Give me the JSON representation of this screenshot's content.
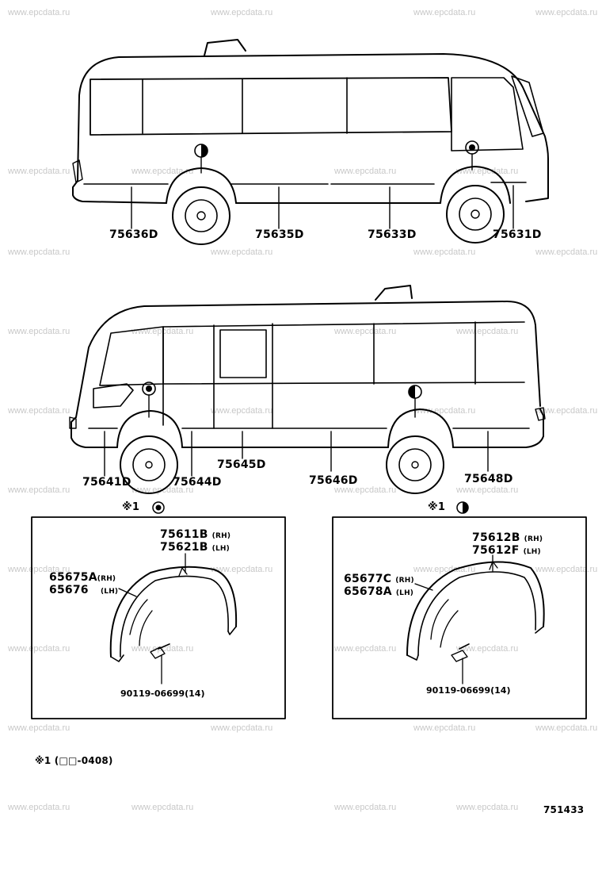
{
  "watermark": "www.epcdata.ru",
  "upper_view": {
    "labels": [
      "75636D",
      "75635D",
      "75633D",
      "75631D"
    ]
  },
  "lower_view": {
    "labels": [
      "75641D",
      "75644D",
      "75645D",
      "75646D",
      "75648D"
    ]
  },
  "left_detail": {
    "marker": "※1",
    "part_a": "75611B",
    "part_a_side": "(RH)",
    "part_b": "75621B",
    "part_b_side": "(LH)",
    "part_c": "65675A",
    "part_c_side": "(RH)",
    "part_d": "65676",
    "part_d_side": "(LH)",
    "bolt": "90119-06699(14)"
  },
  "right_detail": {
    "marker": "※1",
    "part_a": "75612B",
    "part_a_side": "(RH)",
    "part_b": "75612F",
    "part_b_side": "(LH)",
    "part_c": "65677C",
    "part_c_side": "(RH)",
    "part_d": "65678A",
    "part_d_side": "(LH)",
    "bolt": "90119-06699(14)"
  },
  "footnote": "※1 (□□-0408)",
  "diagram_number": "751433"
}
